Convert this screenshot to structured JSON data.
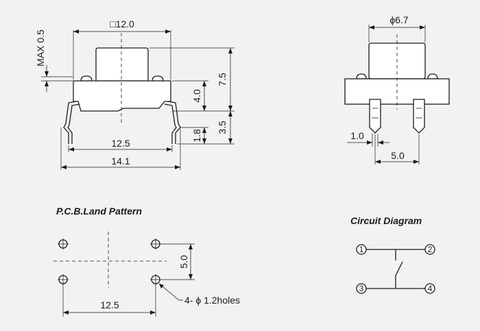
{
  "front_view": {
    "dims": {
      "square_width": "□12.0",
      "max_offset": "MAX 0.5",
      "overall_height": "7.5",
      "body_height": "4.0",
      "lead_height": "3.5",
      "lead_bend": "1.8",
      "lead_inner_span": "12.5",
      "lead_outer_span": "14.1"
    }
  },
  "side_view": {
    "dims": {
      "button_diameter": "ϕ6.7",
      "lead_width": "1.0",
      "lead_pitch": "5.0"
    }
  },
  "pcb": {
    "title": "P.C.B.Land Pattern",
    "dims": {
      "row_pitch": "5.0",
      "column_pitch": "12.5",
      "holes": "4- ϕ 1.2holes"
    }
  },
  "circuit": {
    "title": "Circuit Diagram",
    "pins": [
      "1",
      "2",
      "3",
      "4"
    ]
  }
}
